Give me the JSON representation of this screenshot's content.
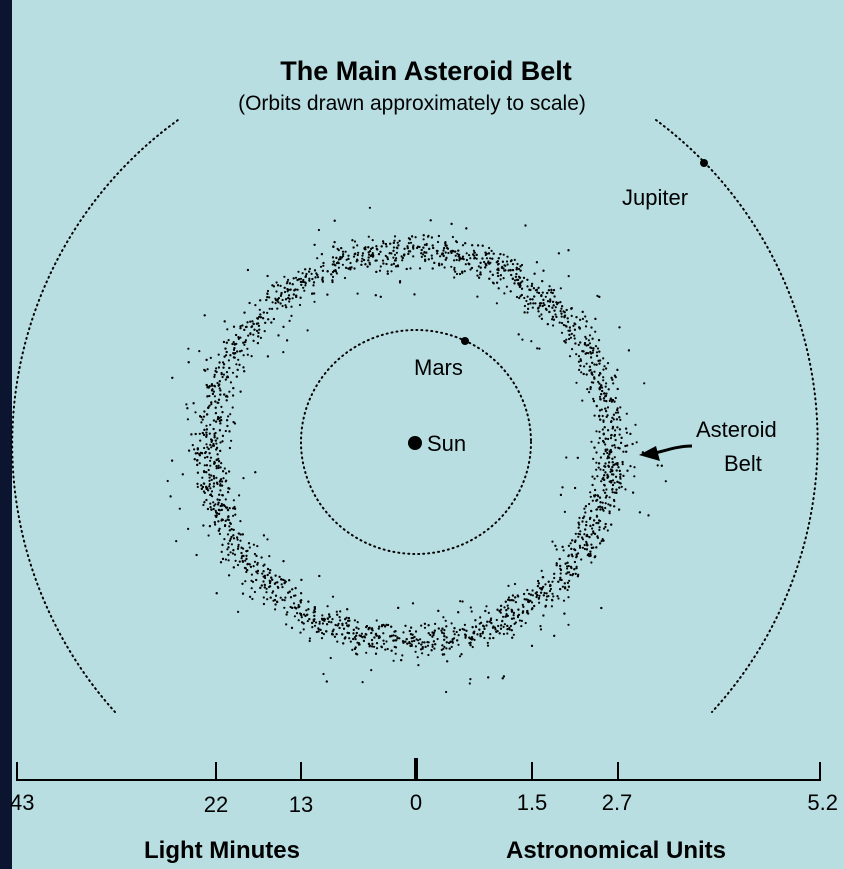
{
  "title": "The Main Asteroid Belt",
  "subtitle": "(Orbits drawn approximately to scale)",
  "labels": {
    "jupiter": "Jupiter",
    "mars": "Mars",
    "sun": "Sun",
    "belt_line1": "Asteroid",
    "belt_line2": "Belt"
  },
  "scale": {
    "left_unit": "Light Minutes",
    "right_unit": "Astronomical Units",
    "ticks": [
      {
        "label": "43",
        "side": "left",
        "value": 43
      },
      {
        "label": "22",
        "side": "left",
        "value": 22
      },
      {
        "label": "13",
        "side": "left",
        "value": 13
      },
      {
        "label": "0",
        "side": "center",
        "value": 0
      },
      {
        "label": "1.5",
        "side": "right",
        "value": 1.5
      },
      {
        "label": "2.7",
        "side": "right",
        "value": 2.7
      },
      {
        "label": "5.2",
        "side": "right",
        "value": 5.2
      }
    ]
  },
  "colors": {
    "panel": "#b8dee2",
    "background": "#0b1530",
    "ink": "#000000"
  }
}
